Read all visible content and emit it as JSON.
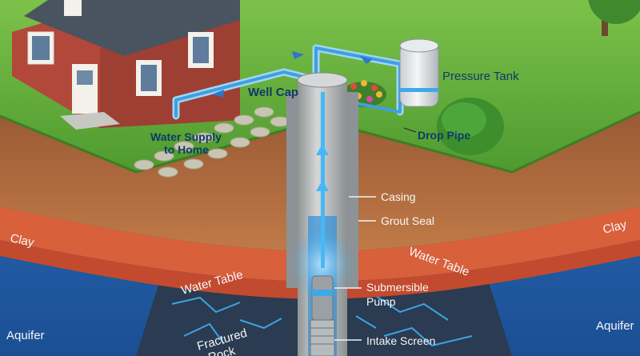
{
  "labels": {
    "well_cap": "Well Cap",
    "pressure_tank": "Pressure Tank",
    "drop_pipe": "Drop Pipe",
    "water_supply_line1": "Water Supply",
    "water_supply_line2": "to Home",
    "casing": "Casing",
    "grout_seal": "Grout Seal",
    "clay_left": "Clay",
    "clay_right": "Clay",
    "water_table_left": "Water Table",
    "water_table_right": "Water Table",
    "submersible_line1": "Submersible",
    "submersible_line2": "Pump",
    "aquifer_left": "Aquifer",
    "aquifer_right": "Aquifer",
    "fractured_line1": "Fractured",
    "fractured_line2": "Rock",
    "intake_screen": "Intake Screen"
  },
  "colors": {
    "grass": "#5fae3a",
    "soil": "#a9683e",
    "clay": "#d8603a",
    "water_table": "#c24a2e",
    "aquifer": "#1f5fa8",
    "rock": "#2b3a4f",
    "casing": "#b9bcbc",
    "water_flow": "#47b8f5",
    "brick": "#b1483a",
    "roof": "#4a5360"
  }
}
